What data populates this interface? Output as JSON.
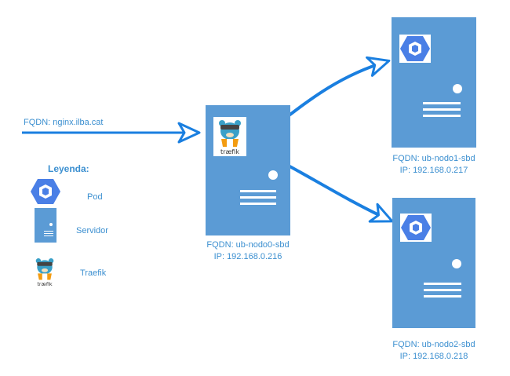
{
  "incoming": {
    "fqdn": "FQDN: nginx.ilba.cat"
  },
  "nodes": [
    {
      "fqdn": "FQDN: ub-nodo0-sbd",
      "ip": "IP: 192.168.0.216"
    },
    {
      "fqdn": "FQDN: ub-nodo1-sbd",
      "ip": "IP: 192.168.0.217"
    },
    {
      "fqdn": "FQDN: ub-nodo2-sbd",
      "ip": "IP: 192.168.0.218"
    }
  ],
  "legend": {
    "title": "Leyenda:",
    "pod": "Pod",
    "server": "Servidor",
    "traefik": "Traefik"
  },
  "traefik_logo_text": "træfik",
  "colors": {
    "server": "#5b9bd5",
    "arrow": "#1a7fe0",
    "text": "#3b8fd0",
    "pod": "#4a7fe6"
  },
  "icons": {
    "pod": "kubernetes-pod-icon",
    "traefik": "traefik-gopher-icon"
  }
}
